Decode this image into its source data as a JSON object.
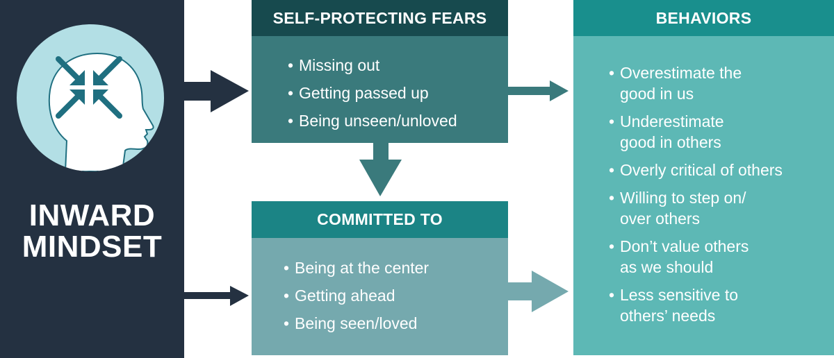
{
  "title": "Inward Mindset",
  "colors": {
    "left_panel": "#243141",
    "head_circle": "#b3dfe5",
    "icon_teal": "#1f6f80",
    "fears_header": "#174a4e",
    "fears_body": "#3a7a7c",
    "committed_header": "#1b8485",
    "committed_body": "#75a9ae",
    "behaviors_header": "#198f8d",
    "behaviors_body": "#5db8b5"
  },
  "left_panel": {
    "icon": "head-with-inward-arrows-icon",
    "title_line1": "INWARD",
    "title_line2": "MINDSET"
  },
  "fears": {
    "header": "SELF-PROTECTING FEARS",
    "items": [
      "Missing out",
      "Getting passed up",
      "Being unseen/unloved"
    ]
  },
  "committed": {
    "header": "COMMITTED TO",
    "items": [
      "Being at the center",
      "Getting ahead",
      "Being seen/loved"
    ]
  },
  "behaviors": {
    "header": "BEHAVIORS",
    "items": [
      {
        "line1": "Overestimate the",
        "line2": "good in us"
      },
      {
        "line1": "Underestimate",
        "line2": "good in others"
      },
      {
        "line1": "Overly critical of others",
        "line2": ""
      },
      {
        "line1": "Willing to step on/",
        "line2": "over others"
      },
      {
        "line1": "Don’t value others",
        "line2": "as we should"
      },
      {
        "line1": "Less sensitive to",
        "line2": "others’ needs"
      }
    ]
  },
  "connectors": [
    {
      "from": "inward-mindset",
      "to": "self-protecting-fears"
    },
    {
      "from": "inward-mindset",
      "to": "committed-to"
    },
    {
      "from": "self-protecting-fears",
      "to": "committed-to"
    },
    {
      "from": "self-protecting-fears",
      "to": "behaviors"
    },
    {
      "from": "committed-to",
      "to": "behaviors"
    }
  ]
}
